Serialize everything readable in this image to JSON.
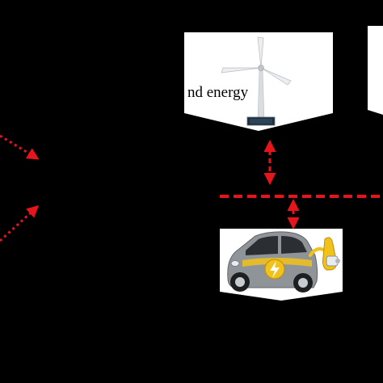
{
  "wind_panel": {
    "label": "nd energy",
    "image": "wind-turbine-icon"
  },
  "vehicle_panel": {
    "image": "electric-car-icon",
    "badge": "lightning-bolt-icon",
    "plug": "charging-plug-icon"
  },
  "edge_panel": {
    "image": "partial-panel"
  },
  "connections": {
    "bus_line": "dashed-bus",
    "arrows": [
      "wind-to-bus-arrow",
      "bus-to-vehicle-arrow",
      "left-arrow-upper",
      "left-arrow-lower"
    ]
  },
  "colors": {
    "background": "#000000",
    "connector": "#e8141b",
    "panel": "#ffffff",
    "car_body": "#8f9499",
    "car_accent": "#f2c21a"
  }
}
